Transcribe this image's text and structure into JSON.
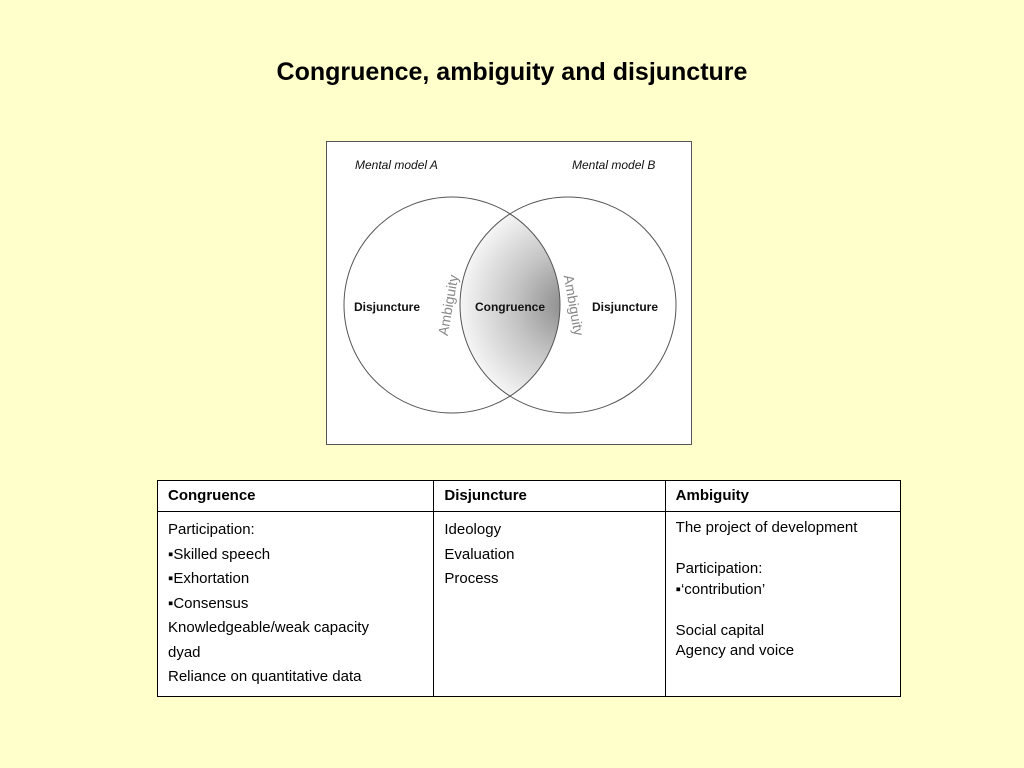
{
  "title": "Congruence, ambiguity and disjuncture",
  "diagram": {
    "label_model_a": "Mental model A",
    "label_model_b": "Mental model B",
    "label_disjuncture_left": "Disjuncture",
    "label_congruence": "Congruence",
    "label_disjuncture_right": "Disjuncture",
    "label_ambiguity_left": "Ambiguity",
    "label_ambiguity_right": "Ambiguity"
  },
  "table": {
    "headers": [
      "Congruence",
      "Disjuncture",
      "Ambiguity"
    ],
    "congruence": [
      "Participation:",
      "▪Skilled speech",
      "▪Exhortation",
      "▪Consensus",
      "Knowledgeable/weak capacity",
      "dyad",
      "Reliance on quantitative data"
    ],
    "disjuncture": [
      "Ideology",
      "Evaluation",
      "Process"
    ],
    "ambiguity": [
      "The project of development",
      "",
      "Participation:",
      "▪‘contribution’",
      "",
      "Social capital",
      "Agency and voice"
    ]
  }
}
